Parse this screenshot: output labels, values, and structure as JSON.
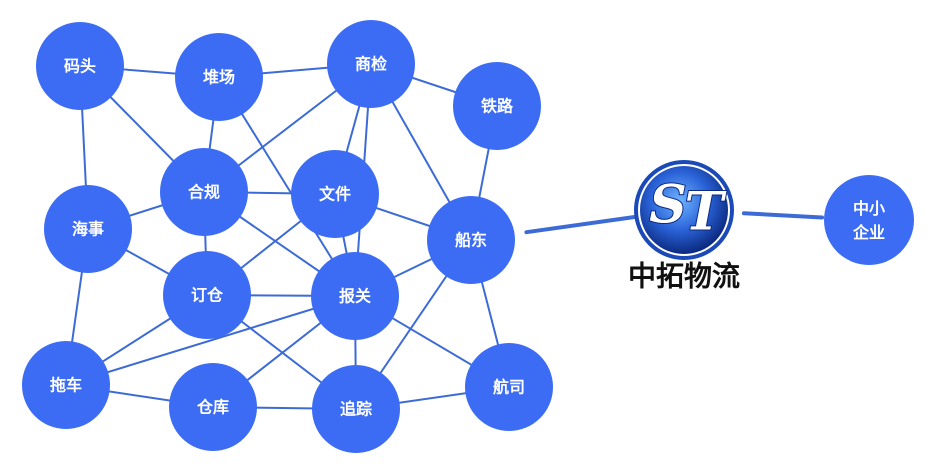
{
  "diagram": {
    "nodes": [
      {
        "id": "matou",
        "label": "码头"
      },
      {
        "id": "duichang",
        "label": "堆场"
      },
      {
        "id": "shangjian",
        "label": "商检"
      },
      {
        "id": "tielu",
        "label": "铁路"
      },
      {
        "id": "hegui",
        "label": "合规"
      },
      {
        "id": "wenjian",
        "label": "文件"
      },
      {
        "id": "haishi",
        "label": "海事"
      },
      {
        "id": "chuandong",
        "label": "船东"
      },
      {
        "id": "dingcang",
        "label": "订仓"
      },
      {
        "id": "baoguan",
        "label": "报关"
      },
      {
        "id": "tuoche",
        "label": "拖车"
      },
      {
        "id": "cangku",
        "label": "仓库"
      },
      {
        "id": "zhuizong",
        "label": "追踪"
      },
      {
        "id": "hangsi",
        "label": "航司"
      },
      {
        "id": "zhongxiao",
        "label": "中小企业",
        "lines": [
          "中小",
          "企业"
        ]
      }
    ],
    "edges": [
      [
        "matou",
        "duichang"
      ],
      [
        "matou",
        "hegui"
      ],
      [
        "matou",
        "haishi"
      ],
      [
        "duichang",
        "shangjian"
      ],
      [
        "duichang",
        "hegui"
      ],
      [
        "duichang",
        "baoguan"
      ],
      [
        "shangjian",
        "tielu"
      ],
      [
        "shangjian",
        "hegui"
      ],
      [
        "shangjian",
        "wenjian"
      ],
      [
        "shangjian",
        "chuandong"
      ],
      [
        "shangjian",
        "baoguan"
      ],
      [
        "tielu",
        "chuandong"
      ],
      [
        "hegui",
        "wenjian"
      ],
      [
        "hegui",
        "haishi"
      ],
      [
        "hegui",
        "dingcang"
      ],
      [
        "hegui",
        "baoguan"
      ],
      [
        "wenjian",
        "chuandong"
      ],
      [
        "wenjian",
        "dingcang"
      ],
      [
        "wenjian",
        "baoguan"
      ],
      [
        "haishi",
        "dingcang"
      ],
      [
        "haishi",
        "tuoche"
      ],
      [
        "chuandong",
        "baoguan"
      ],
      [
        "chuandong",
        "hangsi"
      ],
      [
        "chuandong",
        "zhuizong"
      ],
      [
        "dingcang",
        "baoguan"
      ],
      [
        "dingcang",
        "tuoche"
      ],
      [
        "dingcang",
        "zhuizong"
      ],
      [
        "baoguan",
        "tuoche"
      ],
      [
        "baoguan",
        "zhuizong"
      ],
      [
        "baoguan",
        "cangku"
      ],
      [
        "baoguan",
        "hangsi"
      ],
      [
        "tuoche",
        "cangku"
      ],
      [
        "cangku",
        "zhuizong"
      ],
      [
        "zhuizong",
        "hangsi"
      ]
    ],
    "hub_edges": [
      [
        "chuandong",
        "logo"
      ],
      [
        "logo",
        "zhongxiao"
      ]
    ],
    "logo": {
      "monogram_s": "S",
      "monogram_t": "T",
      "name": "中拓物流"
    },
    "colors": {
      "node": "#3b6cf3",
      "edge": "#3d6bd6",
      "logo_dark": "#0c2a80",
      "logo_light": "#5aa0ff"
    }
  }
}
